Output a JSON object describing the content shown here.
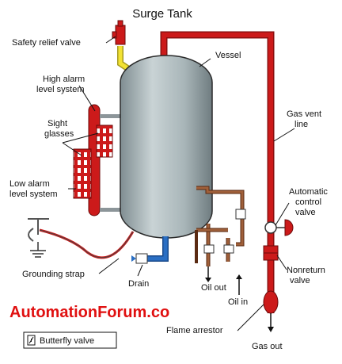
{
  "title": "Surge Tank",
  "labels": {
    "safety_relief_valve": "Safety relief valve",
    "vessel": "Vessel",
    "high_alarm_1": "High alarm",
    "high_alarm_2": "level system",
    "sight_glasses_1": "Sight",
    "sight_glasses_2": "glasses",
    "low_alarm_1": "Low alarm",
    "low_alarm_2": "level system",
    "gas_vent_1": "Gas vent",
    "gas_vent_2": "line",
    "auto_valve_1": "Automatic",
    "auto_valve_2": "control",
    "auto_valve_3": "valve",
    "grounding_strap": "Grounding strap",
    "drain": "Drain",
    "nonreturn_1": "Nonreturn",
    "nonreturn_2": "valve",
    "oil_out": "Oil out",
    "oil_in": "Oil in",
    "flame_arrestor": "Flame arrestor",
    "gas_out": "Gas out"
  },
  "watermark": "AutomationForum.co",
  "legend": {
    "icon": "butterfly-valve-icon",
    "text": "Butterfly valve"
  },
  "colors": {
    "pipe_red": "#cc1a1a",
    "vent_yellow": "#f2e233",
    "drain_blue": "#2a6fc4",
    "oil_brown": "#8a4a2a",
    "vessel_gray": "#9aa8ac",
    "watermark": "#e01010"
  }
}
